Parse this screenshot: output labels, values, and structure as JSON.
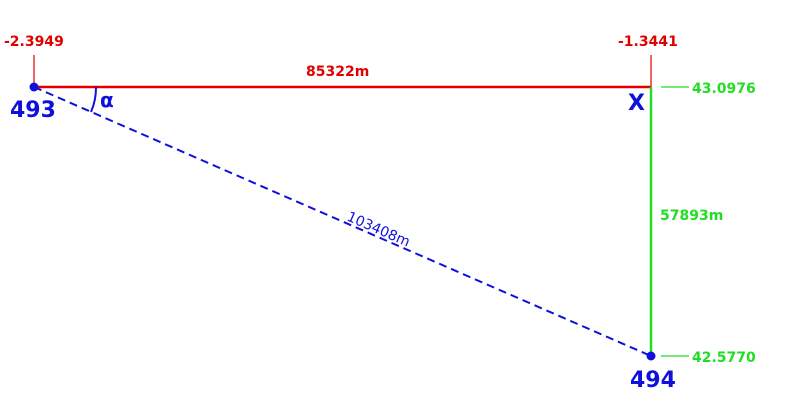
{
  "colors": {
    "horizontal": "#e00000",
    "vertical": "#22dd22",
    "hypotenuse": "#1010dd",
    "points": "#1010dd"
  },
  "points": {
    "start": {
      "label": "493",
      "longitude": "-2.3949"
    },
    "end": {
      "label": "494",
      "latitude": "42.5770"
    },
    "corner": {
      "label": "X",
      "longitude": "-1.3441",
      "latitude": "43.0976"
    }
  },
  "distances": {
    "horizontal": "85322m",
    "vertical": "57893m",
    "hypotenuse": "103408m"
  },
  "angle": {
    "symbol": "α"
  }
}
